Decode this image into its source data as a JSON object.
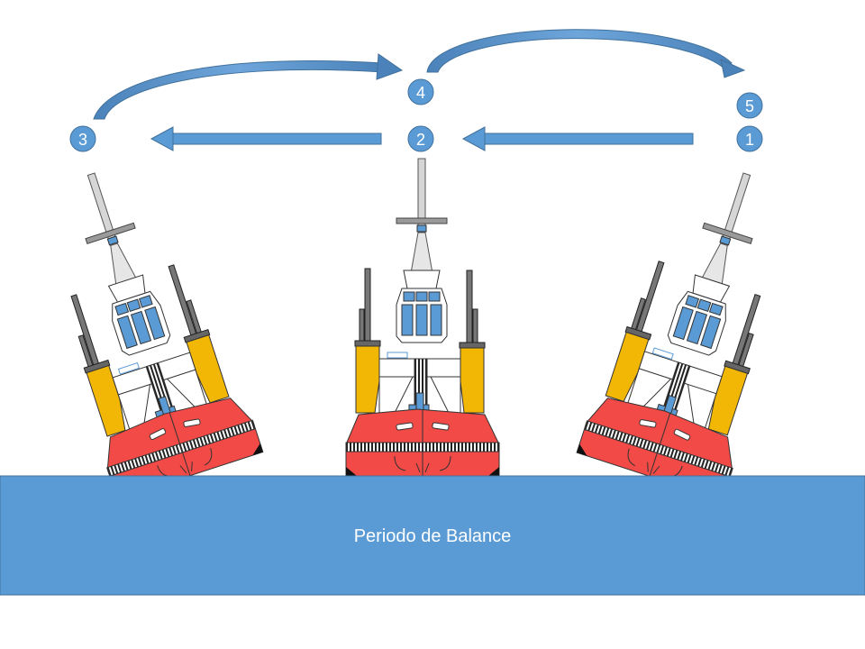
{
  "caption": "Periodo de Balance",
  "position_labels": {
    "p1": "1",
    "p2": "2",
    "p3": "3",
    "p4": "4",
    "p5": "5"
  },
  "colors": {
    "sea": "#5b9bd5",
    "badge": "#5b9bd5",
    "arrow": "#5b9bd5",
    "hull": "#f24a46",
    "bow": "#111111",
    "funnel": "#f2b705",
    "mast": "#d0d0d0",
    "window": "#5b9bd5"
  }
}
